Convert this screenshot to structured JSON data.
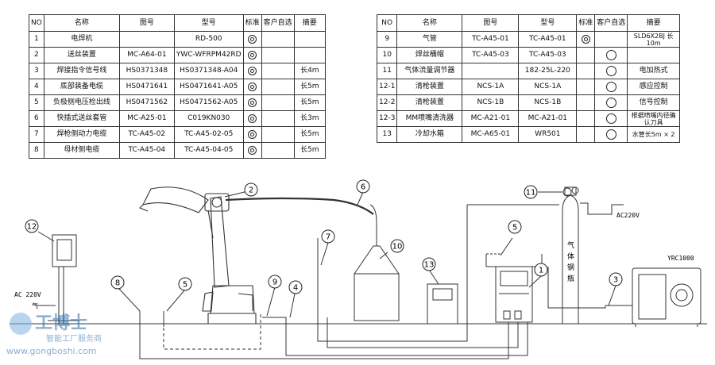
{
  "left_table": {
    "headers": [
      "NO",
      "名称",
      "图号",
      "型号",
      "标准",
      "客户自选",
      "摘要"
    ],
    "rows": [
      {
        "no": "1",
        "name": "电焊机",
        "drawing": "",
        "model": "RD-500",
        "standard": true,
        "optional": false,
        "note": ""
      },
      {
        "no": "2",
        "name": "送丝装置",
        "drawing": "MC-A64-01",
        "model": "YWC-WFRPM42RD",
        "standard": true,
        "optional": false,
        "note": ""
      },
      {
        "no": "3",
        "name": "焊接指令信号线",
        "drawing": "HS0371348",
        "model": "HS0371348-A04",
        "standard": true,
        "optional": false,
        "note": "长4m"
      },
      {
        "no": "4",
        "name": "底部装备电缆",
        "drawing": "HS0471641",
        "model": "HS0471641-A05",
        "standard": true,
        "optional": false,
        "note": "长5m"
      },
      {
        "no": "5",
        "name": "负极侧电压检出线",
        "drawing": "HS0471562",
        "model": "HS0471562-A05",
        "standard": true,
        "optional": false,
        "note": "长5m"
      },
      {
        "no": "6",
        "name": "快插式送丝套管",
        "drawing": "MC-A25-01",
        "model": "C019KN030",
        "standard": true,
        "optional": false,
        "note": "长3m"
      },
      {
        "no": "7",
        "name": "焊枪侧动力电缆",
        "drawing": "TC-A45-02",
        "model": "TC-A45-02-05",
        "standard": true,
        "optional": false,
        "note": "长5m"
      },
      {
        "no": "8",
        "name": "母材侧电缆",
        "drawing": "TC-A45-04",
        "model": "TC-A45-04-05",
        "standard": true,
        "optional": false,
        "note": "长5m"
      }
    ]
  },
  "right_table": {
    "headers": [
      "NO",
      "名称",
      "图号",
      "型号",
      "标准",
      "客户自选",
      "摘要"
    ],
    "rows": [
      {
        "no": "9",
        "name": "气管",
        "drawing": "TC-A45-01",
        "model": "TC-A45-01",
        "standard": true,
        "optional": false,
        "note": "SLD6X2BJ 长10m"
      },
      {
        "no": "10",
        "name": "焊丝桶帽",
        "drawing": "TC-A45-03",
        "model": "TC-A45-03",
        "standard": false,
        "optional": true,
        "note": ""
      },
      {
        "no": "11",
        "name": "气体流量调节器",
        "drawing": "",
        "model": "182-25L-220",
        "standard": false,
        "optional": true,
        "note": "电加热式"
      },
      {
        "no": "12-1",
        "name": "清枪装置",
        "drawing": "NCS-1A",
        "model": "NCS-1A",
        "standard": false,
        "optional": true,
        "note": "感应控制"
      },
      {
        "no": "12-2",
        "name": "清枪装置",
        "drawing": "NCS-1B",
        "model": "NCS-1B",
        "standard": false,
        "optional": true,
        "note": "信号控制"
      },
      {
        "no": "12-3",
        "name": "MM喷嘴清洗器",
        "drawing": "MC-A21-01",
        "model": "MC-A21-01",
        "standard": false,
        "optional": true,
        "note": "根据喷嘴内径确认刀具"
      },
      {
        "no": "13",
        "name": "冷却水箱",
        "drawing": "MC-A65-01",
        "model": "WR501",
        "standard": false,
        "optional": true,
        "note": "水管长5m × 2"
      }
    ]
  },
  "diagram": {
    "callouts": [
      "1",
      "2",
      "3",
      "4",
      "5",
      "5",
      "6",
      "7",
      "8",
      "9",
      "10",
      "11",
      "12",
      "13"
    ],
    "labels": {
      "ac_right": "AC220V",
      "ac_left": "AC 220V",
      "gas_left": "气",
      "controller": "YRC1000",
      "cylinder": [
        "气",
        "体",
        "钢",
        "瓶"
      ]
    }
  },
  "watermark": {
    "text": "工博士",
    "url": "www.gongboshi.com",
    "tag": "智能工厂服务商"
  }
}
